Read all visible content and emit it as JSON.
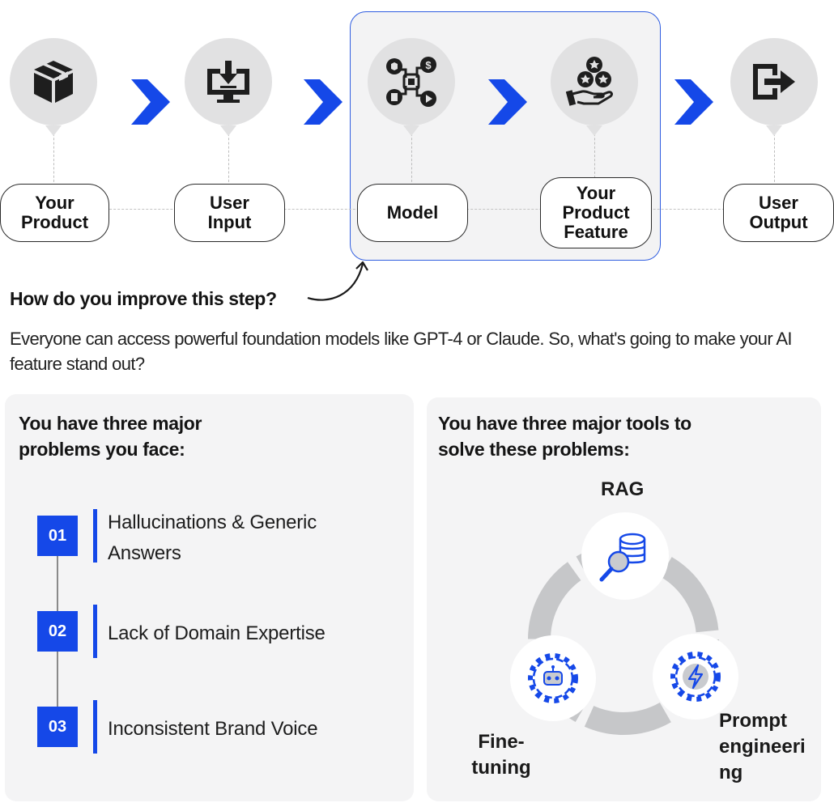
{
  "pipeline": {
    "steps": [
      {
        "label": "Your\nProduct",
        "icon": "box-icon"
      },
      {
        "label": "User\nInput",
        "icon": "monitor-download-icon"
      },
      {
        "label": "Model",
        "icon": "model-network-icon"
      },
      {
        "label": "Your\nProduct\nFeature",
        "icon": "hand-stars-icon"
      },
      {
        "label": "User\nOutput",
        "icon": "exit-arrow-icon"
      }
    ],
    "arrow_color": "#1548e8",
    "highlight_color": "#2f5de0"
  },
  "question": "How do you improve this step?",
  "description": "Everyone can access powerful foundation models like GPT-4 or Claude. So, what's going to make your AI feature stand out?",
  "problems_panel": {
    "title": "You have three major\nproblems you face:",
    "items": [
      {
        "number": "01",
        "text": "Hallucinations & Generic\nAnswers"
      },
      {
        "number": "02",
        "text": "Lack of Domain Expertise"
      },
      {
        "number": "03",
        "text": "Inconsistent Brand Voice"
      }
    ]
  },
  "tools_panel": {
    "title": "You have three major tools to\nsolve these problems:",
    "tools": [
      {
        "label": "RAG",
        "icon": "database-search-icon"
      },
      {
        "label": "Fine-\ntuning",
        "icon": "gear-robot-icon"
      },
      {
        "label": "Prompt\nengineeri\nng",
        "icon": "gear-lightning-icon"
      }
    ]
  }
}
